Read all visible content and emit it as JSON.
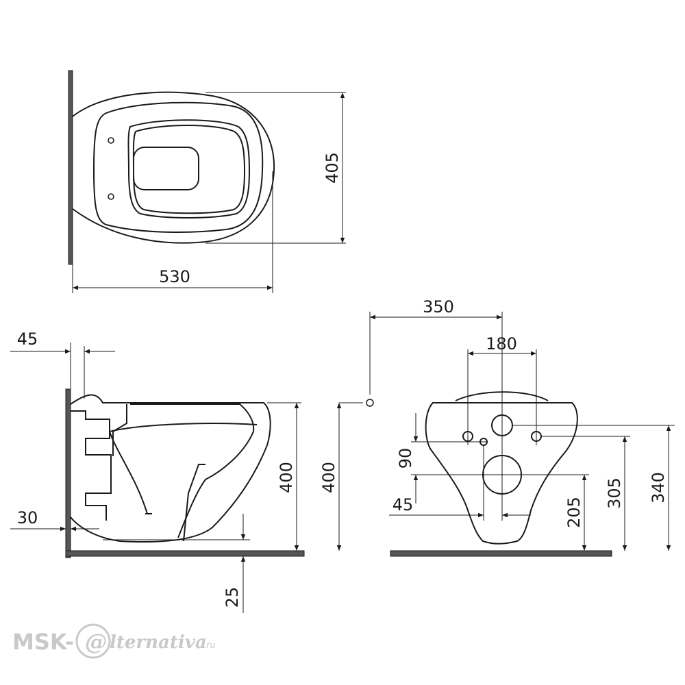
{
  "drawing": {
    "top_view": {
      "depth_label": "405",
      "width_label": "530"
    },
    "side_view": {
      "offset_top_label": "45",
      "offset_bottom_label": "30",
      "height_label": "400",
      "floor_gap_label": "25"
    },
    "front_view": {
      "inlet_offset_label": "350",
      "bolt_spacing_label": "180",
      "total_height_label": "400",
      "inlet_drop_label": "90",
      "outlet_offset_label": "45",
      "outlet_height_label": "205",
      "inlet_height_label": "305",
      "bolt_height_label": "340"
    }
  },
  "watermark": {
    "prefix": "MSK-",
    "at_glyph": "@",
    "rest": "lternativa",
    "suffix": ".ru"
  },
  "colors": {
    "line": "#1a1a1a",
    "wall": "#555555",
    "watermark": "#c9c9c9"
  }
}
